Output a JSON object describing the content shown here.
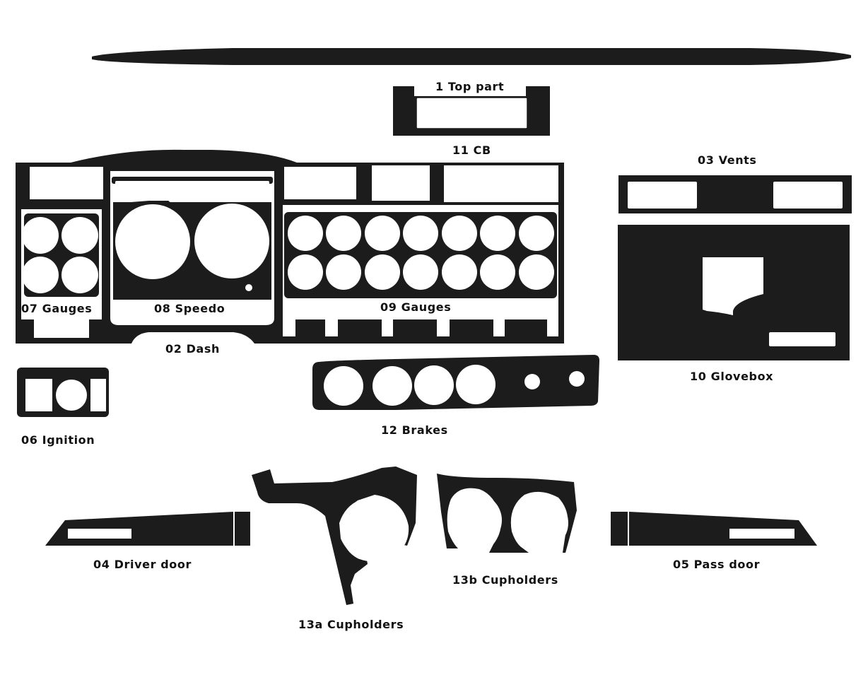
{
  "colors": {
    "part": "#1c1c1c",
    "background": "#ffffff",
    "text": "#111111"
  },
  "parts": {
    "top_part": {
      "label": "1 Top part"
    },
    "cb": {
      "label": "11 CB"
    },
    "vents": {
      "label": "03 Vents"
    },
    "gauges07": {
      "label": "07 Gauges"
    },
    "speedo": {
      "label": "08 Speedo"
    },
    "gauges09": {
      "label": "09 Gauges"
    },
    "dash": {
      "label": "02 Dash"
    },
    "glovebox": {
      "label": "10 Glovebox"
    },
    "ignition": {
      "label": "06 Ignition"
    },
    "brakes": {
      "label": "12 Brakes"
    },
    "driver_door": {
      "label": "04 Driver door"
    },
    "cupholders13a": {
      "label": "13a Cupholders"
    },
    "cupholders13b": {
      "label": "13b Cupholders"
    },
    "pass_door": {
      "label": "05 Pass door"
    }
  }
}
